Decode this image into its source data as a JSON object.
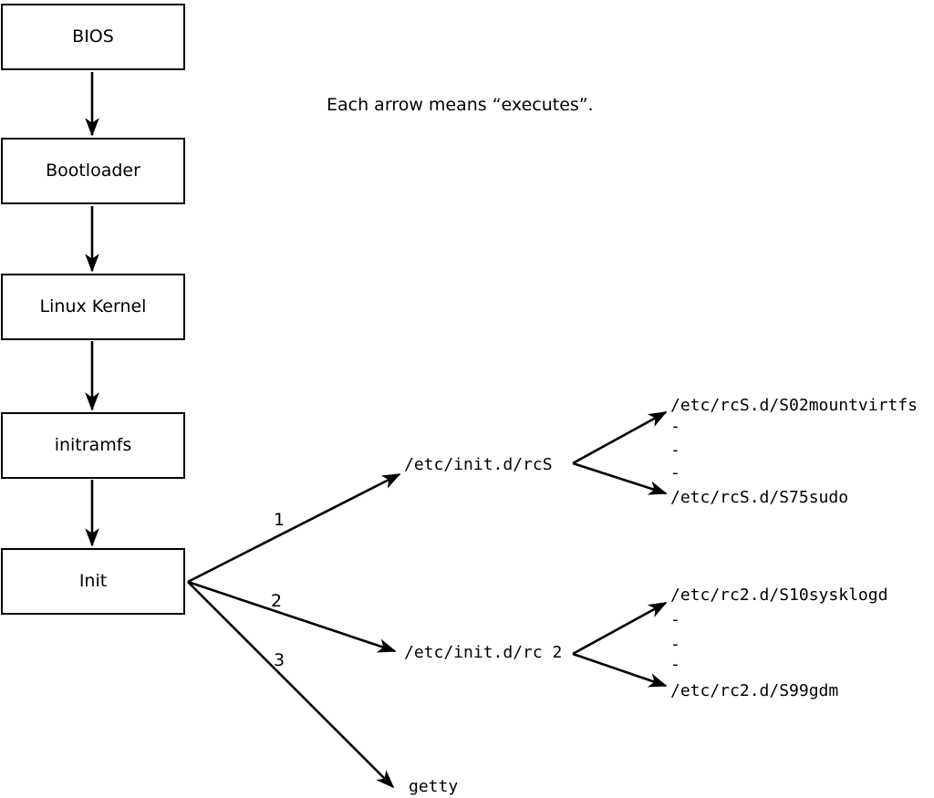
{
  "caption": "Each arrow means “executes”.",
  "boxes": [
    {
      "label": "BIOS"
    },
    {
      "label": "Bootloader"
    },
    {
      "label": "Linux Kernel"
    },
    {
      "label": "initramfs"
    },
    {
      "label": "Init"
    }
  ],
  "init_branches": [
    {
      "number": "1",
      "target": "/etc/init.d/rcS"
    },
    {
      "number": "2",
      "target": "/etc/init.d/rc 2"
    },
    {
      "number": "3",
      "target": "getty"
    }
  ],
  "rcS_scripts": {
    "first": "/etc/rcS.d/S02mountvirtfs",
    "dots": [
      "-",
      "-",
      "-"
    ],
    "last": "/etc/rcS.d/S75sudo"
  },
  "rc2_scripts": {
    "first": "/etc/rc2.d/S10sysklogd",
    "dots": [
      "-",
      "-",
      "-"
    ],
    "last": "/etc/rc2.d/S99gdm"
  },
  "colors": {
    "line": "#000000",
    "box_background": "#ffffff",
    "text": "#000000"
  }
}
